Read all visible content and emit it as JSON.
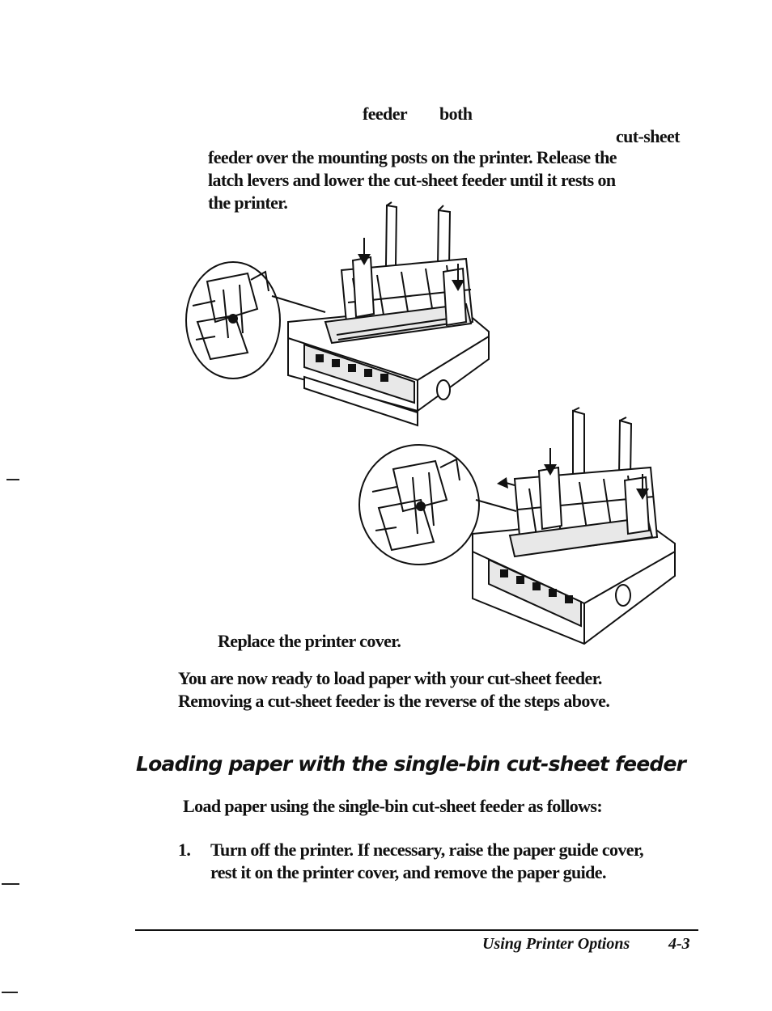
{
  "step_fragment": {
    "word_feeder": "feeder",
    "word_both": "both",
    "word_cut_sheet": "cut-sheet"
  },
  "step_text": {
    "line1": "feeder over the mounting posts on the printer. Release the",
    "line2": "latch levers and lower the cut-sheet feeder until it rests on",
    "line3": "the printer."
  },
  "replace_cover": "Replace the printer cover.",
  "ready_text": {
    "line1": "You are now ready to load paper with your cut-sheet feeder.",
    "line2": "Removing a cut-sheet feeder is the reverse of the steps above."
  },
  "section_heading": "Loading paper with the single-bin cut-sheet feeder",
  "intro": "Load paper using the single-bin cut-sheet feeder as follows:",
  "steps": [
    {
      "number": "1.",
      "line1": "Turn off the printer. If necessary, raise the paper guide cover,",
      "line2": "rest it on the printer cover, and remove the paper guide."
    }
  ],
  "footer": {
    "section_title": "Using Printer Options",
    "page_number": "4-3"
  }
}
